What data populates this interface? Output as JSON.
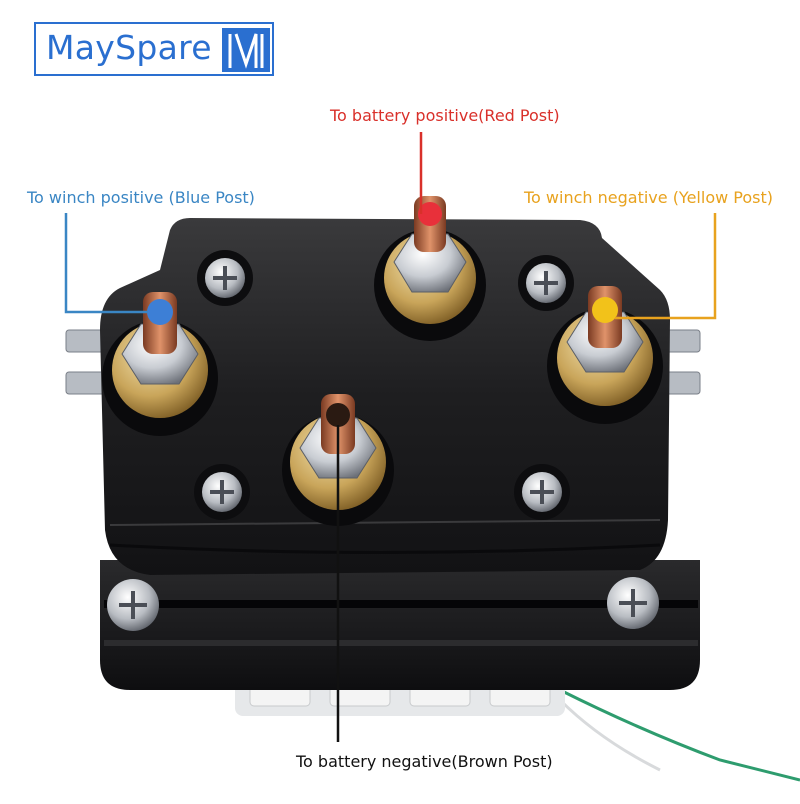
{
  "brand": {
    "name": "MaySpare",
    "color": "#2a6fd0"
  },
  "labels": {
    "battery_positive": {
      "text": "To battery positive(Red Post)",
      "color": "#d9302a"
    },
    "winch_positive": {
      "text": "To winch positive (Blue Post)",
      "color": "#3a86c4"
    },
    "winch_negative": {
      "text": "To winch negative  (Yellow Post)",
      "color": "#e8a21e"
    },
    "battery_negative": {
      "text": "To battery negative(Brown Post)",
      "color": "#111111"
    }
  },
  "posts": {
    "red": "#e8303a",
    "blue": "#3d7fd6",
    "yellow": "#f2c21a",
    "brown": "#2a1a12"
  },
  "icons": [
    "screw-icon",
    "terminal-post-icon"
  ]
}
